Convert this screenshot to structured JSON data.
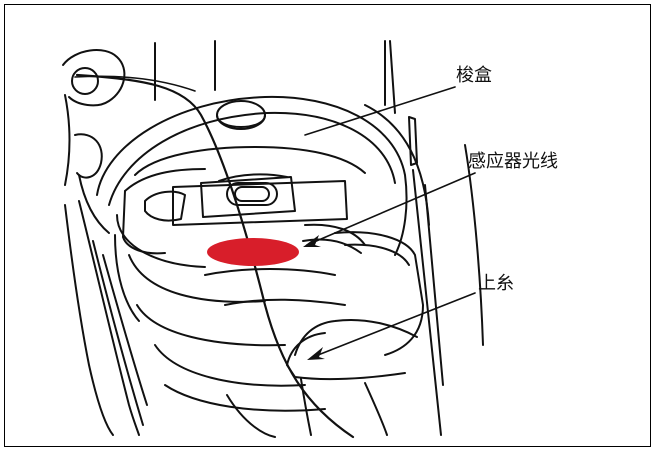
{
  "labels": {
    "bobbin_case": "梭盒",
    "sensor_light": "感应器光线",
    "upper_thread": "上糸"
  },
  "colors": {
    "sensor_mark": "#d81e2a",
    "line": "#111111",
    "background": "#ffffff"
  }
}
